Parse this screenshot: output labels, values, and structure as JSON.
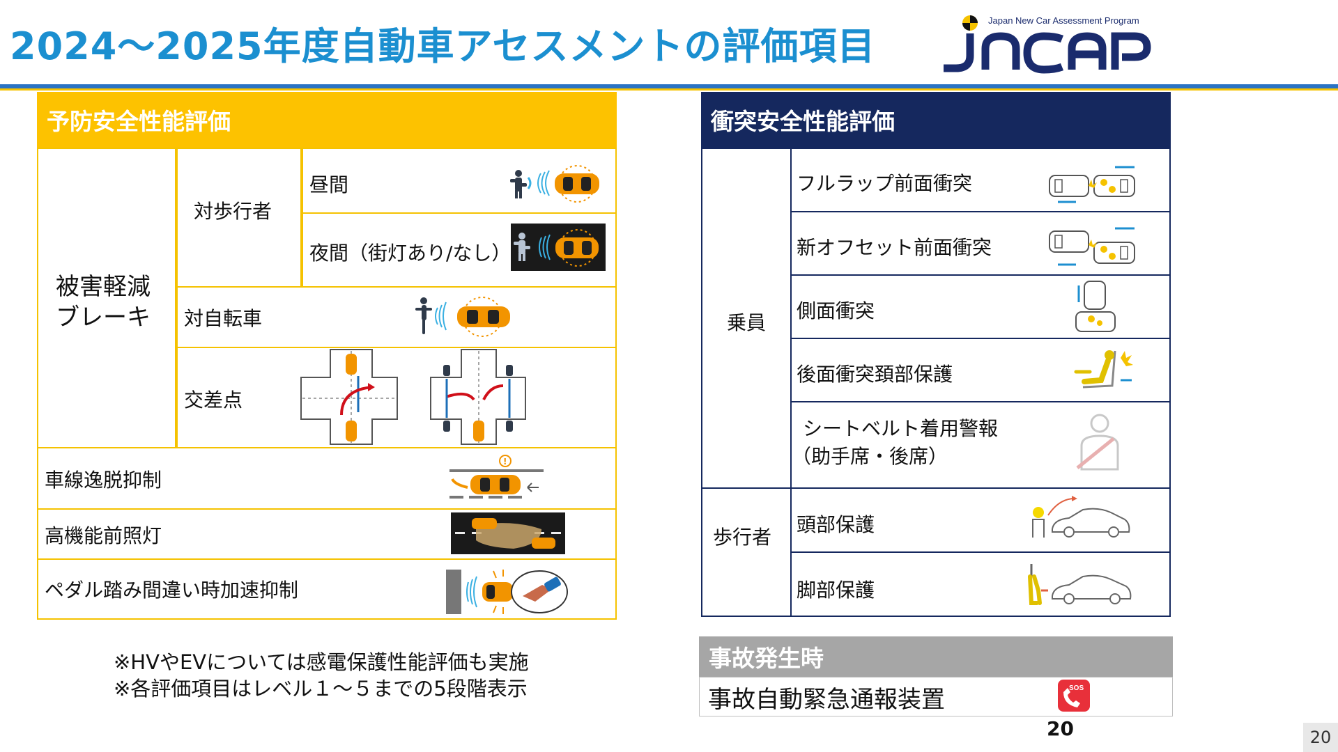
{
  "title": "2024〜2025年度自動車アセスメントの評価項目",
  "logo": {
    "tagline": "Japan New Car Assessment Program",
    "name": "JNCAP"
  },
  "prevention": {
    "header": "予防安全性能評価",
    "brake_group": "被害軽減\nブレーキ",
    "pedestrian": "対歩行者",
    "day": "昼間",
    "night": "夜間（街灯あり/なし）",
    "bicycle": "対自転車",
    "intersection": "交差点",
    "lane": "車線逸脱抑制",
    "headlight": "高機能前照灯",
    "pedal": "ペダル踏み間違い時加速抑制"
  },
  "crash": {
    "header": "衝突安全性能評価",
    "occupant": "乗員",
    "full_lap": "フルラップ前面衝突",
    "offset": "新オフセット前面衝突",
    "side": "側面衝突",
    "rear": "後面衝突頚部保護",
    "seatbelt_1": "シートベルト着用警報",
    "seatbelt_2": "（助手席・後席）",
    "pedestrian": "歩行者",
    "head": "頭部保護",
    "leg": "脚部保護"
  },
  "accident": {
    "header": "事故発生時",
    "item": "事故自動緊急通報装置",
    "sos_label": "SOS"
  },
  "notes": [
    "※HVやEVについては感電保護性能評価も実施",
    "※各評価項目はレベル１～５までの5段階表示"
  ],
  "page_number": "20",
  "page_badge": "20",
  "colors": {
    "title_blue": "#1b8fd0",
    "yellow": "#fdc200",
    "navy": "#15285e",
    "gray_head": "#a6a6a6",
    "car_orange": "#f29400"
  },
  "icons": [
    "pedestrian-car-icon",
    "night-pedestrian-car-icon",
    "bicycle-car-icon",
    "intersection-diagram-icon",
    "lane-departure-icon",
    "headlight-icon",
    "pedal-misapplication-icon",
    "full-lap-crash-icon",
    "offset-crash-icon",
    "side-crash-icon",
    "rear-whiplash-icon",
    "seatbelt-reminder-icon",
    "head-protection-icon",
    "leg-protection-icon",
    "sos-phone-icon"
  ]
}
